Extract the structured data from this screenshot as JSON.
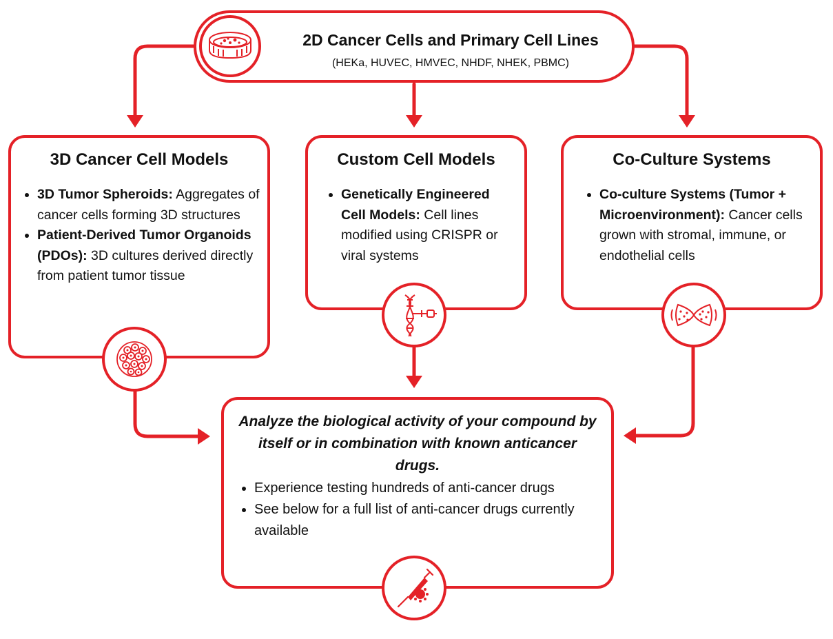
{
  "source": {
    "title": "2D Cancer Cells and Primary Cell Lines",
    "subtitle": "(HEKa, HUVEC, HMVEC, NHDF, NHEK, PBMC)",
    "icon": "petri-dish-icon"
  },
  "cards": [
    {
      "title": "3D Cancer Cell Models",
      "icon": "spheroid-icon",
      "items": [
        {
          "bold": "3D Tumor Spheroids:",
          "text": " Aggregates of cancer cells forming 3D structures"
        },
        {
          "bold": "Patient-Derived Tumor Organoids (PDOs):",
          "text": " 3D cultures derived directly from patient tumor tissue"
        }
      ]
    },
    {
      "title": "Custom Cell Models",
      "icon": "dna-editing-icon",
      "items": [
        {
          "bold": "Genetically Engineered Cell Models:",
          "text": " Cell lines modified using CRISPR or viral systems"
        }
      ]
    },
    {
      "title": "Co-Culture Systems",
      "icon": "co-culture-icon",
      "items": [
        {
          "bold": "Co-culture Systems (Tumor + Microenvironment):",
          "text": " Cancer cells grown with stromal, immune, or endothelial cells"
        }
      ]
    }
  ],
  "result": {
    "lead": "Analyze the biological activity of your compound by itself or in combination with known anticancer drugs.",
    "items": [
      "Experience testing hundreds of anti-cancer drugs",
      "See below for a full list of anti-cancer drugs currently available"
    ],
    "icon": "syringe-virus-icon"
  },
  "colors": {
    "accent": "#e42127",
    "text": "#111111",
    "background": "#ffffff"
  }
}
